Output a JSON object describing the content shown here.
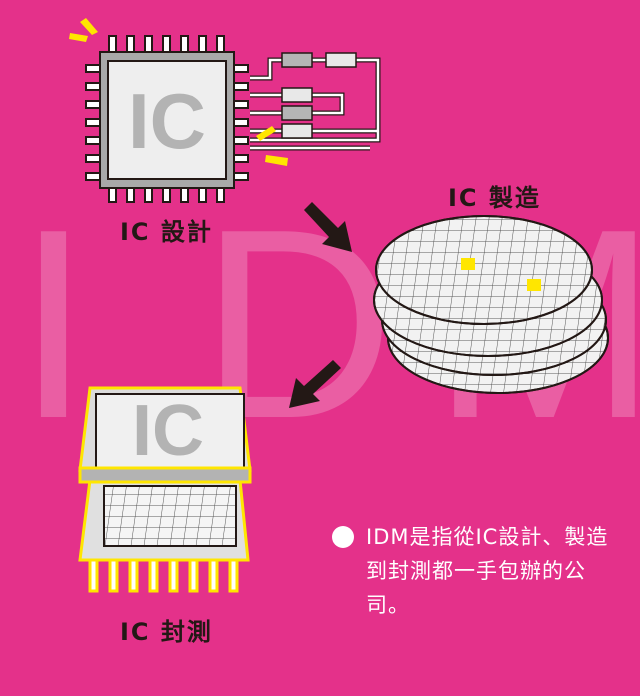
{
  "watermark": {
    "letters": [
      "I",
      "D",
      "M"
    ]
  },
  "steps": {
    "design": {
      "label": "IC 設計",
      "chip_text": "IC"
    },
    "manufacture": {
      "label": "IC 製造"
    },
    "packaging": {
      "label": "IC 封測",
      "chip_text": "IC"
    }
  },
  "note": {
    "lines": [
      "IDM是指從IC設計、製造",
      "到封測都一手包辦的公",
      "司。"
    ]
  },
  "colors": {
    "background": "#e4318a",
    "accent": "#ffe600",
    "arrow": "#231815"
  }
}
